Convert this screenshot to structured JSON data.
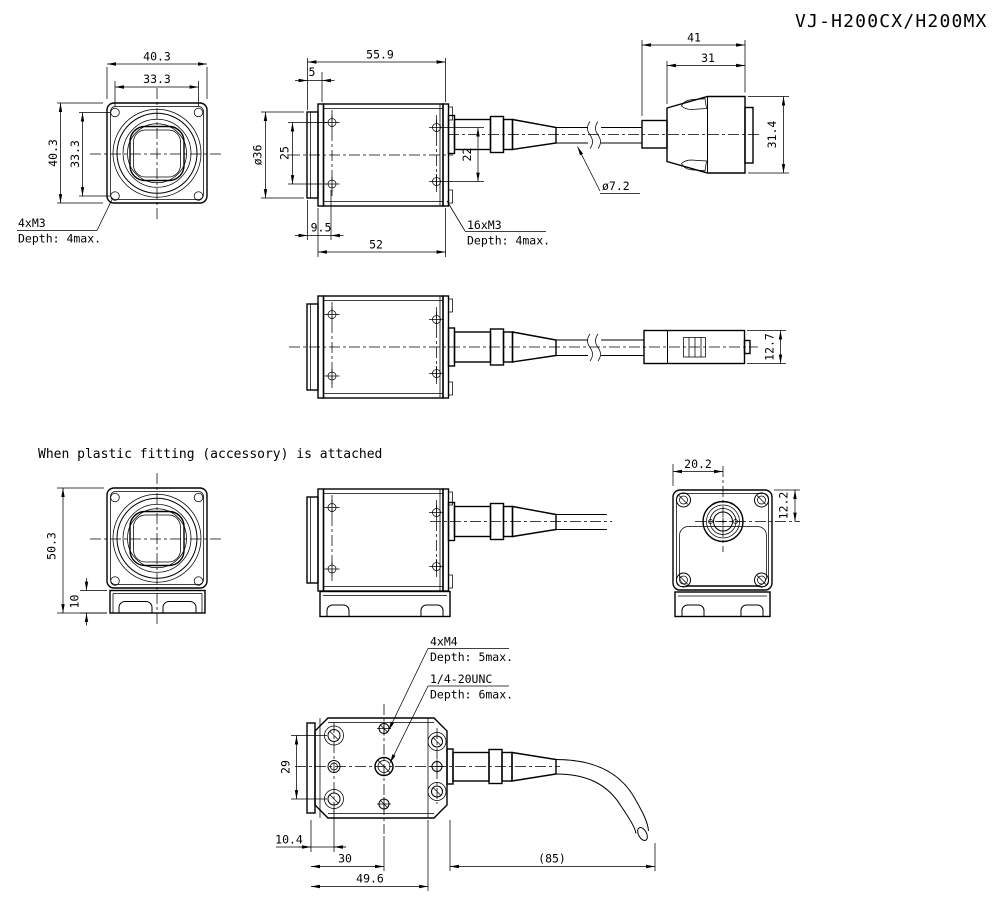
{
  "title": "VJ-H200CX/H200MX",
  "note": "When plastic fitting (accessory) is attached",
  "colors": {
    "ink": "#000000",
    "paper": "#ffffff"
  },
  "front_view": {
    "width_outer": "40.3",
    "width_holes": "33.3",
    "height_outer": "40.3",
    "height_holes": "33.3",
    "screw_label": "4xM3",
    "screw_depth": "Depth: 4max."
  },
  "side_view": {
    "length_total": "55.9",
    "flange": "5",
    "lens_dia": "ø36",
    "hole_pitch_front": "25",
    "hole_pitch_rear": "22",
    "front_offset": "9.5",
    "body_length": "52",
    "screw_label": "16xM3",
    "screw_depth": "Depth: 4max.",
    "cable_dia": "ø7.2"
  },
  "plug_view": {
    "length_total": "41",
    "body_length": "31",
    "diameter": "31.4"
  },
  "inline_connector": {
    "height": "12.7"
  },
  "fitted_front_view": {
    "height_total": "50.3",
    "base_height": "10"
  },
  "rear_view": {
    "conn_offset_x": "20.2",
    "conn_offset_y": "12.2"
  },
  "bottom_view": {
    "screw_label": "4xM4",
    "screw_depth": "Depth: 5max.",
    "tripod_label": "1/4-20UNC",
    "tripod_depth": "Depth: 6max.",
    "hole_pitch": "29",
    "edge_offset": "10.4",
    "center_offset": "30",
    "length": "49.6",
    "cable_length": "(85)"
  }
}
